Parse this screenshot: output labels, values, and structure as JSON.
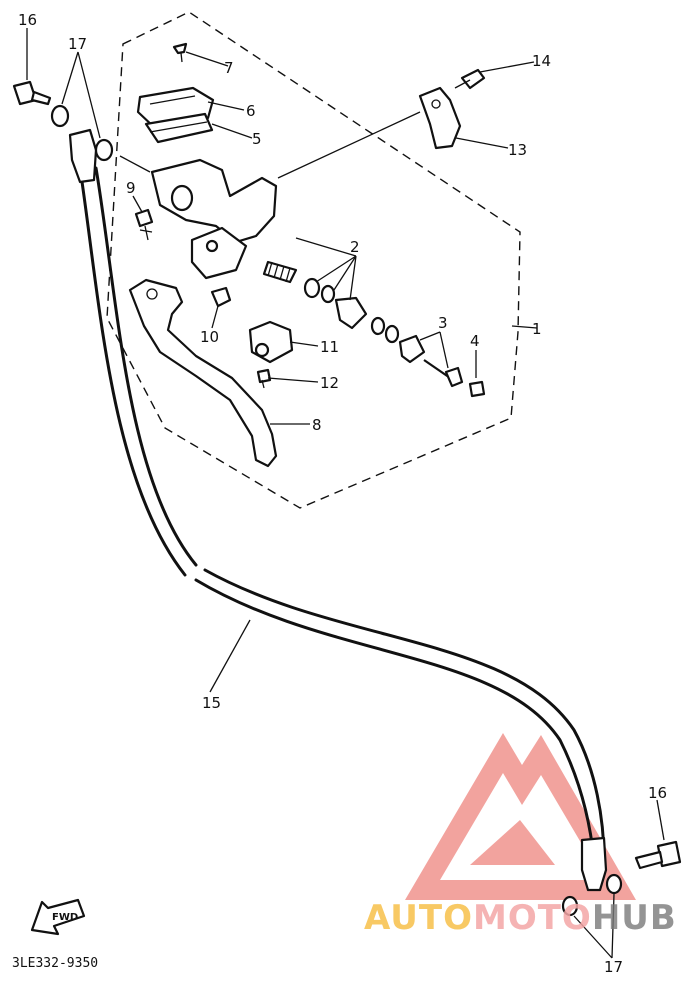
{
  "diagram": {
    "part_code": "3LE332-9350",
    "fwd_label": "FWD",
    "callouts": {
      "c1": "1",
      "c2": "2",
      "c3": "3",
      "c4": "4",
      "c5": "5",
      "c6": "6",
      "c7": "7",
      "c8": "8",
      "c9": "9",
      "c10": "10",
      "c11": "11",
      "c12": "12",
      "c13": "13",
      "c14": "14",
      "c15": "15",
      "c16a": "16",
      "c16b": "16",
      "c17a": "17",
      "c17b": "17"
    }
  },
  "watermark": {
    "part1": "AUTO",
    "part2": "MOTO",
    "part3": "HUB",
    "colors": {
      "auto": "#f7c04a",
      "moto": "#f4a6a6",
      "hub": "#7a7a7a",
      "logo": "#e8584f"
    }
  }
}
